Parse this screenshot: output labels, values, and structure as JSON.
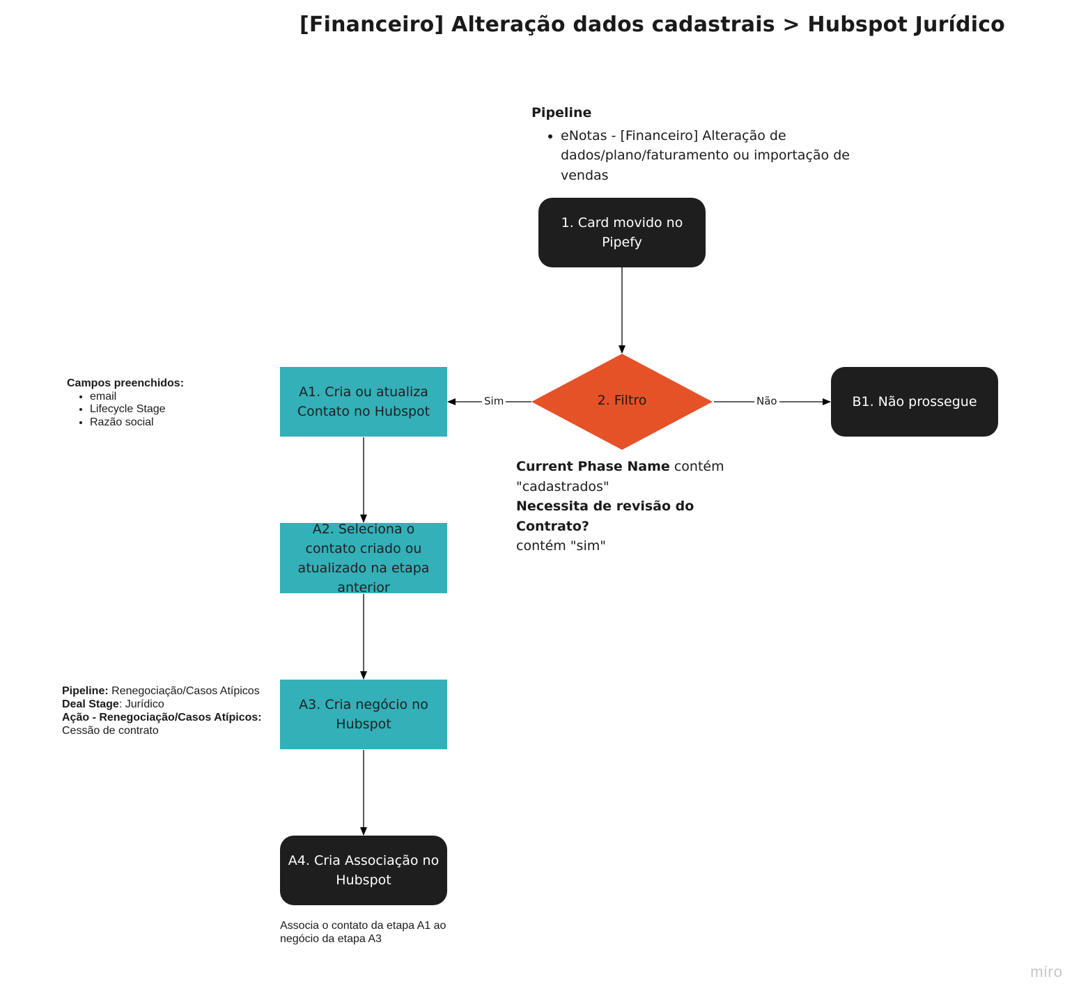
{
  "title": "[Financeiro] Alteração dados cadastrais > Hubspot Jurídico",
  "pipeline_note": {
    "heading": "Pipeline",
    "item": "eNotas - [Financeiro] Alteração de dados/plano/faturamento ou importação de vendas"
  },
  "nodes": {
    "n1": "1. Card movido no Pipefy",
    "n2": "2. Filtro",
    "b1": "B1. Não prossegue",
    "a1": "A1. Cria ou atualiza Contato no Hubspot",
    "a2": "A2. Seleciona o contato criado ou atualizado na etapa anterior",
    "a3": "A3. Cria negócio no Hubspot",
    "a4": "A4. Cria Associação no Hubspot"
  },
  "edges": {
    "yes": "Sim",
    "no": "Não"
  },
  "filter_note": {
    "field1": "Current Phase Name",
    "cond1": " contém \"cadastrados\"",
    "field2": "Necessita de revisão do Contrato?",
    "cond2": "contém \"sim\""
  },
  "campos_note": {
    "heading": "Campos preenchidos:",
    "items": [
      "email",
      "Lifecycle Stage",
      "Razão social"
    ]
  },
  "deal_note": {
    "pipeline_label": "Pipeline:",
    "pipeline_value": " Renegociação/Casos Atípicos",
    "stage_label": "Deal Stage",
    "stage_value": ": Jurídico",
    "acao_label": "Ação - Renegociação/Casos Atípicos:",
    "acao_value": "Cessão de contrato"
  },
  "assoc_note": "Associa o contato da etapa A1 ao negócio da etapa A3",
  "watermark": "miro",
  "colors": {
    "dark": "#1e1e1e",
    "teal": "#33b0b8",
    "orange": "#e55227"
  }
}
